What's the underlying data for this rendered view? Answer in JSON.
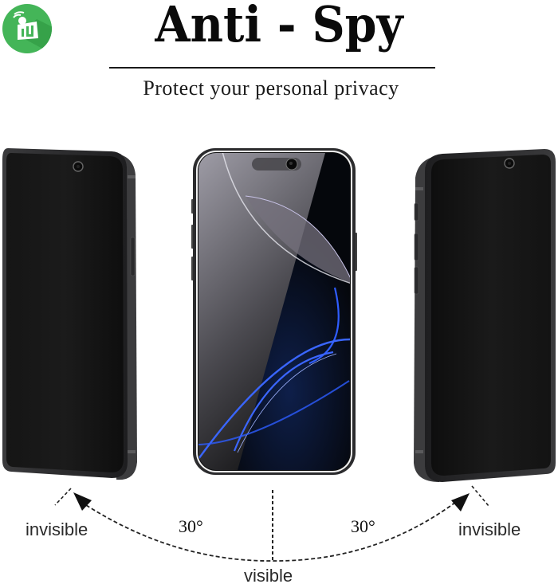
{
  "brand": {
    "logo_icon": "wifi-signal-bars-logo-icon",
    "logo_color": "#3dae4f"
  },
  "header": {
    "title": "Anti - Spy",
    "subtitle": "Protect your personal privacy"
  },
  "phones": [
    {
      "position": "left",
      "screen_state": "dark (privacy filter)",
      "view_angle": "tilted left"
    },
    {
      "position": "center",
      "screen_state": "visible wallpaper",
      "view_angle": "front"
    },
    {
      "position": "right",
      "screen_state": "dark (privacy filter)",
      "view_angle": "tilted right"
    }
  ],
  "diagram": {
    "left_label": "invisible",
    "left_angle": "30°",
    "center_label": "visible",
    "right_angle": "30°",
    "right_label": "invisible"
  },
  "colors": {
    "text": "#111111",
    "phone_frame": "#2b2b2d",
    "screen_dark": "#141414",
    "wallpaper_accent": "#2d5cff"
  }
}
